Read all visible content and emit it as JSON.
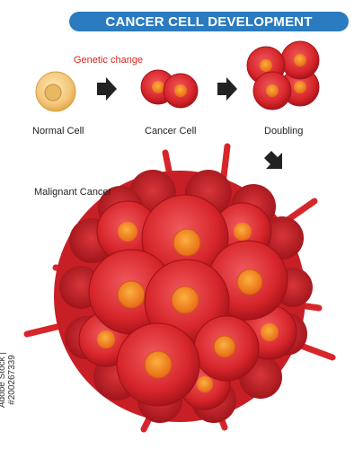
{
  "title": "CANCER CELL DEVELOPMENT",
  "labels": {
    "genetic_change": "Genetic change",
    "normal_cell": "Normal Cell",
    "cancer_cell": "Cancer Cell",
    "doubling": "Doubling",
    "malignant_cancer": "Malignant Cancer"
  },
  "stock_id": "Adobe Stock | #200267339",
  "colors": {
    "banner": "#2a7bbf",
    "genetic_change_text": "#d9241f",
    "cell_red": "#d7262b",
    "cell_nucleus": "#f58220",
    "normal_cell": "#f4c77a"
  }
}
